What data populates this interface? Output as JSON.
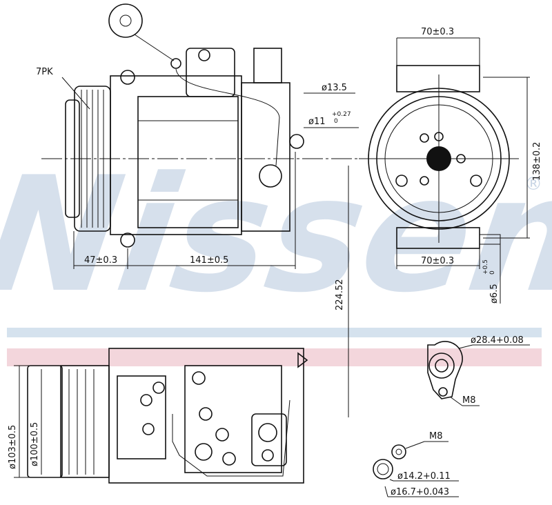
{
  "watermark": {
    "brand": "Nissens",
    "registered": "®",
    "colors": {
      "blue": "#c9d6e6",
      "stripe_blue": "#d5e2ee",
      "stripe_red": "#f3d6dc"
    }
  },
  "labels": {
    "belt": "7PK",
    "dim_47": "47±0.3",
    "dim_141": "141±0.5",
    "dia_13_5": "ø13.5",
    "dia_11": "ø11",
    "dia_11_tol_upper": "+0.27",
    "dia_11_tol_lower": "0",
    "dim_70_top": "70±0.3",
    "dim_70_bottom": "70±0.3",
    "dim_138": "138±0.2",
    "dia_6_5": "ø6.5",
    "dia_6_5_tol_upper": "+0.5",
    "dia_6_5_tol_lower": "0",
    "dim_224": "224.52",
    "dia_103": "ø103±0.5",
    "dia_100": "ø100±0.5",
    "dia_28_4": "ø28.4+0.08",
    "m8_upper": "M8",
    "m8_lower": "M8",
    "dia_14_2": "ø14.2+0.11",
    "dia_16_7": "ø16.7+0.043"
  }
}
